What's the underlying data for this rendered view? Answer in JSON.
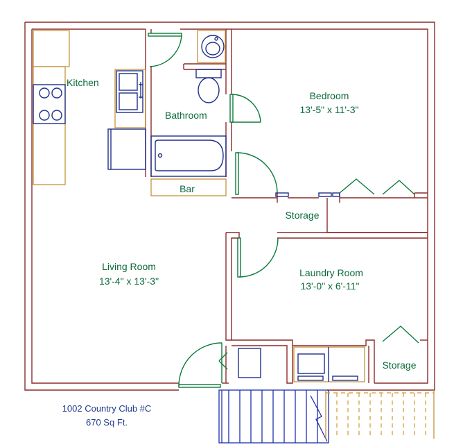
{
  "rooms": {
    "kitchen": {
      "name": "Kitchen"
    },
    "bathroom": {
      "name": "Bathroom"
    },
    "bedroom": {
      "name": "Bedroom",
      "dimensions": "13'-5\" x 11'-3\""
    },
    "living_room": {
      "name": "Living Room",
      "dimensions": "13'-4\" x 13'-3\""
    },
    "laundry_room": {
      "name": "Laundry Room",
      "dimensions": "13'-0\" x 6'-11\""
    },
    "storage_hall": {
      "name": "Storage"
    },
    "storage_corner": {
      "name": "Storage"
    },
    "bar": {
      "name": "Bar"
    }
  },
  "caption": {
    "address": "1002 Country Club #C",
    "area": "670 Sq Ft."
  },
  "colors": {
    "walls": "#8b2a2a",
    "labels": "#0a6b3a",
    "fixtures": "#c08a2a",
    "appliances": "#1e2f8a",
    "doors": "#0a7a3a",
    "stairs": "#1e2fb0",
    "deck": "#d09a2a"
  }
}
